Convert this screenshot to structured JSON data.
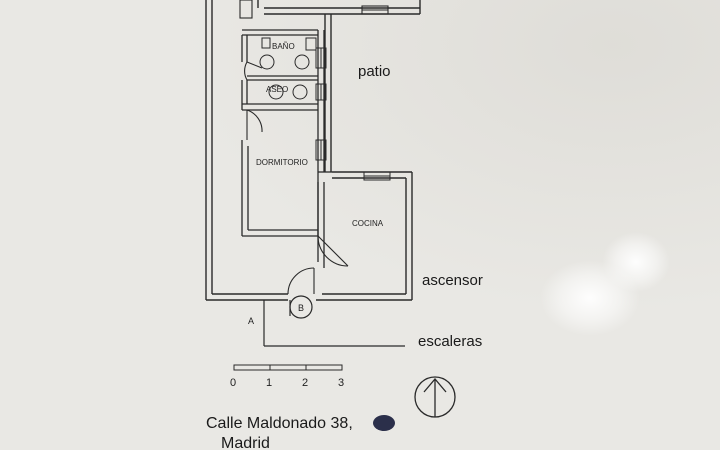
{
  "rooms": {
    "bano": "BAÑO",
    "aseo": "ASEO",
    "dormitorio": "DORMITORIO",
    "cocina": "COCINA"
  },
  "labels": {
    "patio": "patio",
    "ascensor": "ascensor",
    "escaleras": "escaleras",
    "marker_a": "A",
    "marker_b": "B"
  },
  "scale": {
    "ticks": [
      "0",
      "1",
      "2",
      "3"
    ]
  },
  "north_arrow_icon": "north-arrow-icon",
  "address": {
    "line1": "Calle Maldonado 38,",
    "line2": "Madrid"
  },
  "colors": {
    "paper": "#e8e7e3",
    "ink": "#2a2a2a",
    "redaction": "#2b2f4a"
  }
}
